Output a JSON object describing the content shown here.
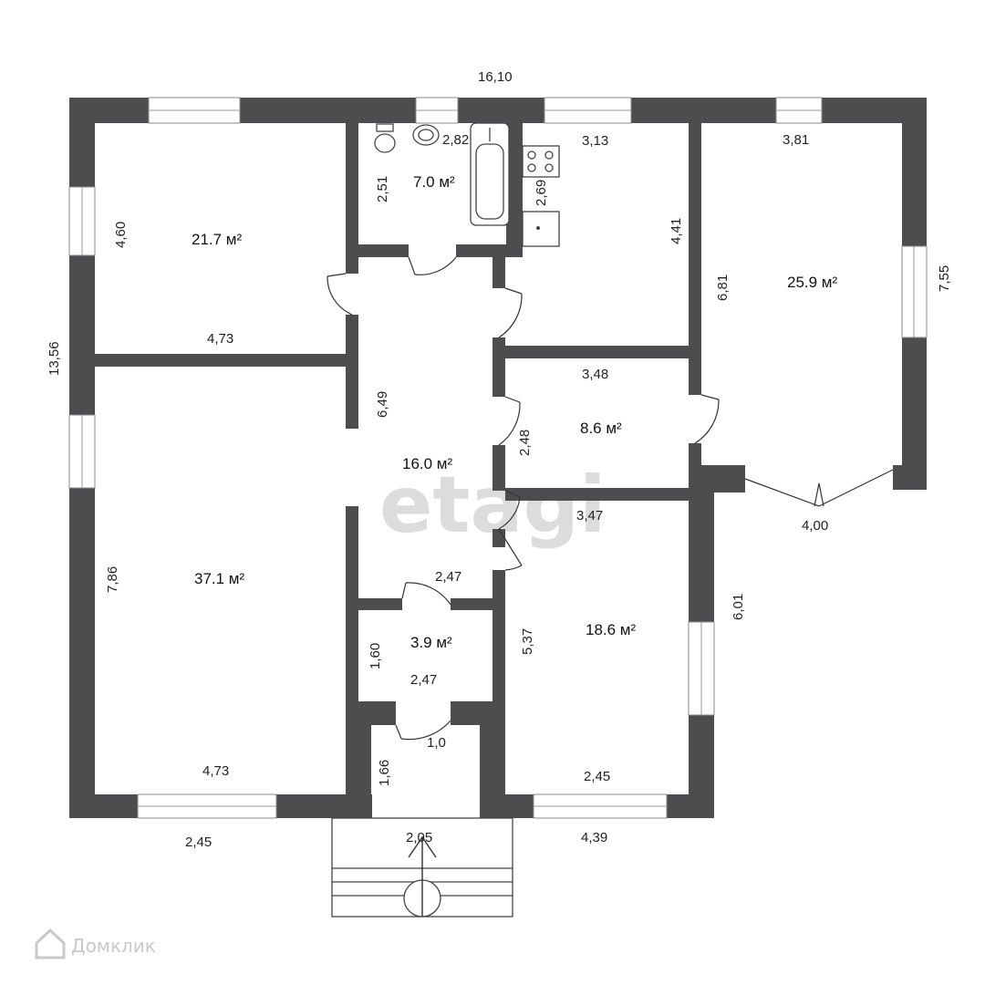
{
  "floorplan": {
    "overall": {
      "width": "16,10",
      "height": "13,56"
    },
    "rooms": [
      {
        "id": "bedroom-nw",
        "area": "21.7 м²"
      },
      {
        "id": "bathroom",
        "area": "7.0 м²"
      },
      {
        "id": "living-east",
        "area": "25.9 м²"
      },
      {
        "id": "hallway",
        "area": "16.0 м²"
      },
      {
        "id": "room-small",
        "area": "8.6 м²"
      },
      {
        "id": "living-west",
        "area": "37.1 м²"
      },
      {
        "id": "storage",
        "area": "3.9 м²"
      },
      {
        "id": "bedroom-se",
        "area": "18.6 м²"
      }
    ],
    "dimensions": {
      "nw_h": "4,60",
      "nw_w": "4,73",
      "bath_h": "2,51",
      "bath_w": "2,82",
      "kitchen_w": "3,13",
      "kitchen_h1": "2,69",
      "kitchen_h2": "4,41",
      "east_w": "3,81",
      "east_h_in": "6,81",
      "east_h_out": "7,55",
      "east_bottom": "4,00",
      "hall_h": "6,49",
      "hall_w": "2,47",
      "small_w": "3,48",
      "small_h": "2,48",
      "se_w_top": "3,47",
      "se_h_in": "5,37",
      "se_h_out": "6,01",
      "se_w_bottom": "2,45",
      "west_h": "7,86",
      "west_w": "4,73",
      "storage_h": "1,60",
      "storage_w": "2,47",
      "vest_w": "1,0",
      "vest_h": "1,66",
      "bottom_left": "2,45",
      "porch_w": "2,05",
      "bottom_right": "4,39"
    }
  },
  "watermark": "etagi",
  "brand": "Домклик",
  "colors": {
    "wall": "#4d4d50",
    "background": "#ffffff"
  }
}
